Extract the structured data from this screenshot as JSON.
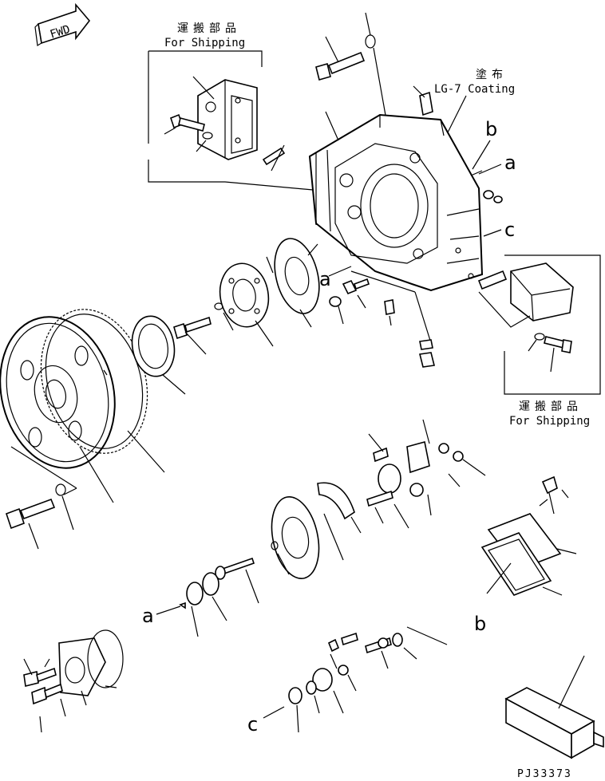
{
  "badges": {
    "forward": "FWD"
  },
  "labels": {
    "shipping_jp_top": "運搬部品",
    "shipping_en_top": "For Shipping",
    "coating_jp": "塗布",
    "coating_en": "LG-7 Coating",
    "shipping_jp_right": "運搬部品",
    "shipping_en_right": "For Shipping"
  },
  "letters": {
    "b_top": "b",
    "a_top": "a",
    "c_right": "c",
    "a_mid": "a",
    "a_arrow": "a",
    "b_bottom": "b",
    "c_bottom": "c"
  },
  "footer": {
    "drawing_number": "PJ33373"
  }
}
